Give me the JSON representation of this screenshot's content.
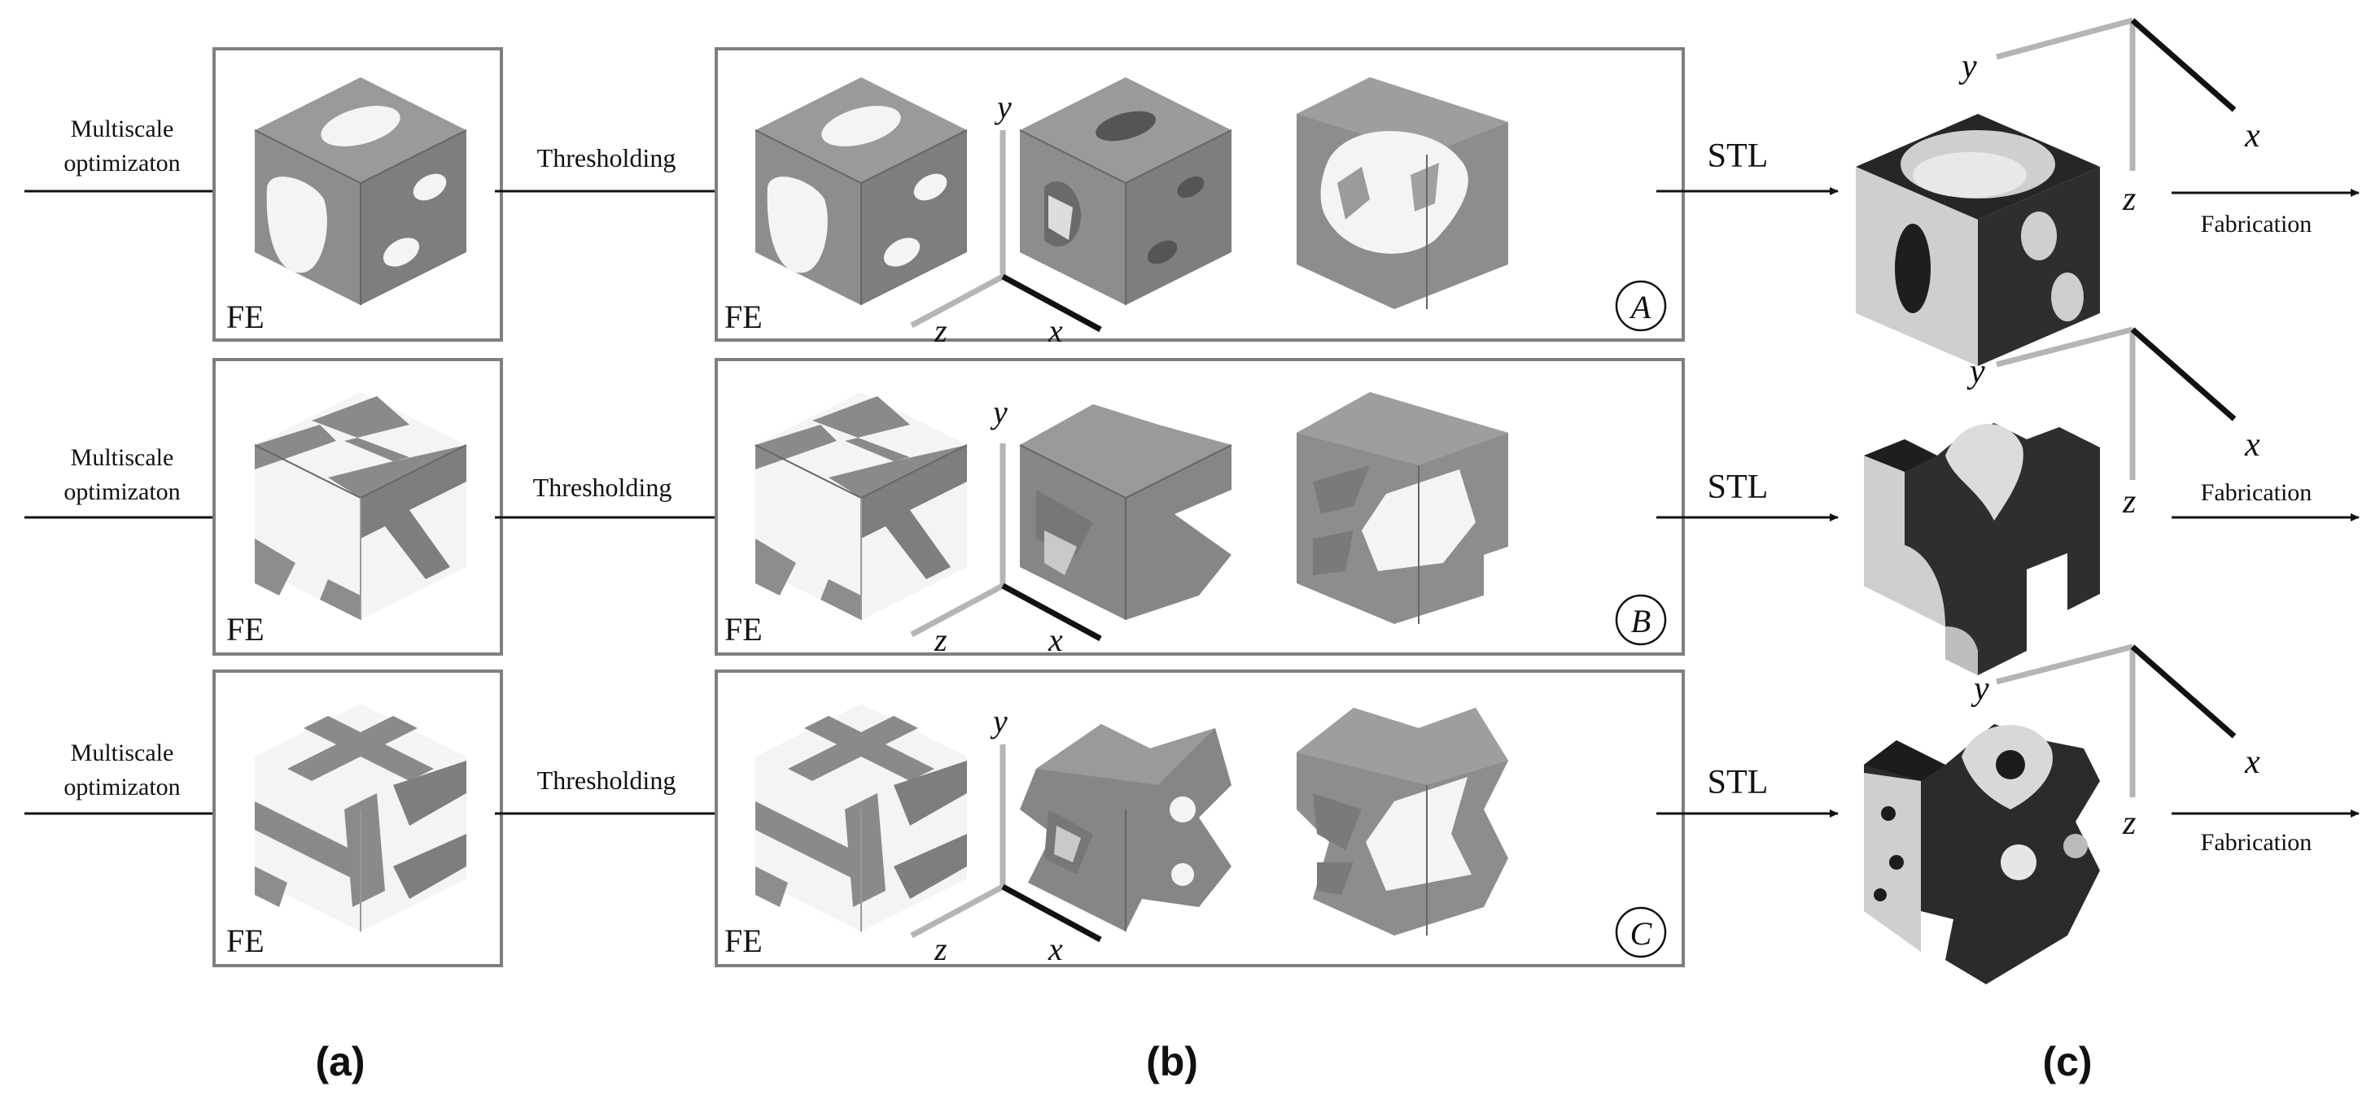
{
  "colors": {
    "voxel_gray": "#8a8a8a",
    "voxel_top": "#9a9a9a",
    "voxel_side": "#7a7a7a",
    "void_white": "#f4f4f4",
    "frame": "#7f7f7f",
    "stl_dark": "#2b2b2b",
    "stl_light": "#d0d0d0",
    "axis_light": "#b5b5b5",
    "axis_dark": "#111111"
  },
  "labels": {
    "fe": "FE",
    "stl": "STL",
    "thresholding": "Thresholding",
    "fabrication": "Fabrication",
    "multiscale_line1": "Multiscale",
    "multiscale_line2": "optimizaton",
    "axis_x": "x",
    "axis_y": "y",
    "axis_z": "z"
  },
  "rows": [
    {
      "id": "A"
    },
    {
      "id": "B"
    },
    {
      "id": "C"
    }
  ],
  "panels": [
    "(a)",
    "(b)",
    "(c)"
  ]
}
